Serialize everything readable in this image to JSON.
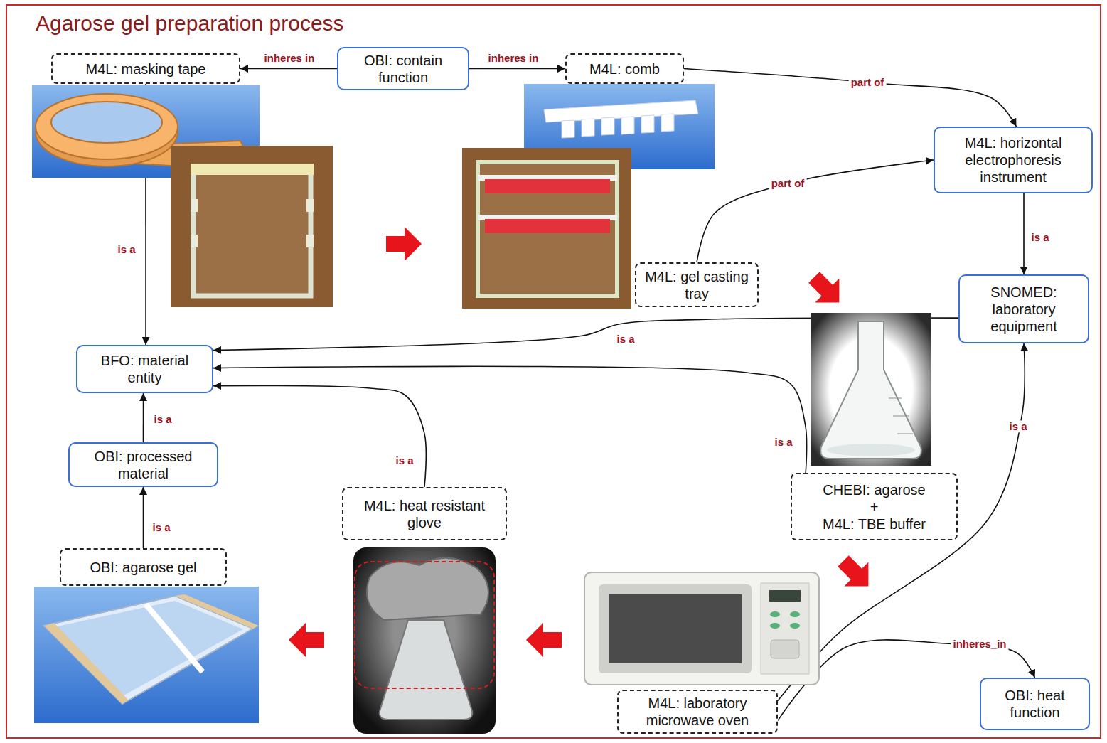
{
  "diagram": {
    "title": "Agarose gel preparation process",
    "nodes": [
      {
        "text": [
          "M4L: masking tape"
        ]
      },
      {
        "text": [
          "OBI: contain function"
        ]
      },
      {
        "text": [
          "M4L: comb"
        ]
      },
      {
        "text": [
          "M4L: horizontal electrophoresis instrument"
        ]
      },
      {
        "text": [
          "M4L: gel casting tray"
        ]
      },
      {
        "text": [
          "SNOMED: laboratory equipment"
        ]
      },
      {
        "text": [
          "BFO: material entity"
        ]
      },
      {
        "text": [
          "OBI: processed material"
        ]
      },
      {
        "text": [
          "M4L: heat resistant glove"
        ]
      },
      {
        "text": [
          "CHEBI: agarose",
          "+",
          "M4L: TBE buffer"
        ]
      },
      {
        "text": [
          "OBI: agarose gel"
        ]
      },
      {
        "text": [
          "M4L: laboratory microwave oven"
        ]
      },
      {
        "text": [
          "OBI: heat function"
        ]
      }
    ],
    "edges": [
      {
        "from": 1,
        "to": 0,
        "label": "inheres in",
        "arrow": "to"
      },
      {
        "from": 1,
        "to": 2,
        "label": "inheres in",
        "arrow": "to"
      },
      {
        "from": 2,
        "to": 3,
        "label": "part of",
        "arrow": "to"
      },
      {
        "from": 4,
        "to": 3,
        "label": "part of",
        "arrow": "to"
      },
      {
        "from": 3,
        "to": 5,
        "label": "is a",
        "arrow": "to"
      },
      {
        "from": 0,
        "to": 6,
        "label": "is a",
        "arrow": "to"
      },
      {
        "from": 5,
        "to": 6,
        "label": "is a",
        "arrow": "to"
      },
      {
        "from": 9,
        "to": 6,
        "label": "is a",
        "arrow": "to"
      },
      {
        "from": 8,
        "to": 6,
        "label": "is a",
        "arrow": "to"
      },
      {
        "from": 7,
        "to": 6,
        "label": "is a",
        "arrow": "to"
      },
      {
        "from": 10,
        "to": 7,
        "label": "is a",
        "arrow": "to"
      },
      {
        "from": 11,
        "to": 5,
        "label": "is a",
        "arrow": "to"
      },
      {
        "from": 11,
        "to": 12,
        "label": "inheres_in",
        "arrow": "to"
      }
    ]
  }
}
